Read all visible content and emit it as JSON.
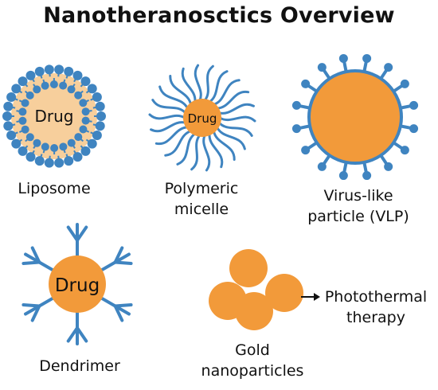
{
  "title": "Nanotheranosctics Overview",
  "colors": {
    "blue": "#3f84c0",
    "orange": "#f29a3a",
    "drug_core": "#f7cf9c",
    "text": "#111111"
  },
  "items": {
    "liposome": {
      "label": "Liposome",
      "core_text": "Drug"
    },
    "micelle": {
      "label_line1": "Polymeric",
      "label_line2": "micelle",
      "core_text": "Drug"
    },
    "vlp": {
      "label_line1": "Virus-like",
      "label_line2": "particle (VLP)"
    },
    "dendrimer": {
      "label": "Dendrimer",
      "core_text": "Drug"
    },
    "gold": {
      "label_line1": "Gold",
      "label_line2": "nanoparticles"
    },
    "photothermal": {
      "label_line1": "Photothermal",
      "label_line2": "therapy"
    }
  }
}
